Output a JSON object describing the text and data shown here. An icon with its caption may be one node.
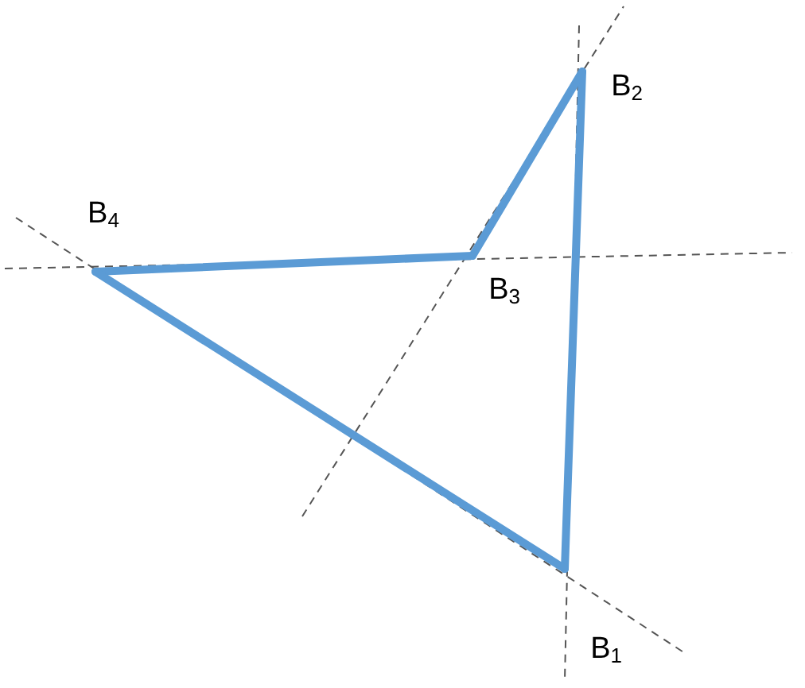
{
  "diagram": {
    "nodes": [
      {
        "text": [
          "B$_{1}$"
        ]
      },
      {
        "text": [
          "B$_{2}$"
        ]
      },
      {
        "text": [
          "B$_{3}$"
        ]
      },
      {
        "text": [
          "B$_{4}$"
        ]
      }
    ],
    "edges": [
      {
        "from": 0,
        "to": 1,
        "arrow": "none"
      },
      {
        "from": 1,
        "to": 2,
        "arrow": "none"
      },
      {
        "from": 2,
        "to": 3,
        "arrow": "none"
      },
      {
        "from": 3,
        "to": 0,
        "arrow": "none"
      }
    ]
  }
}
